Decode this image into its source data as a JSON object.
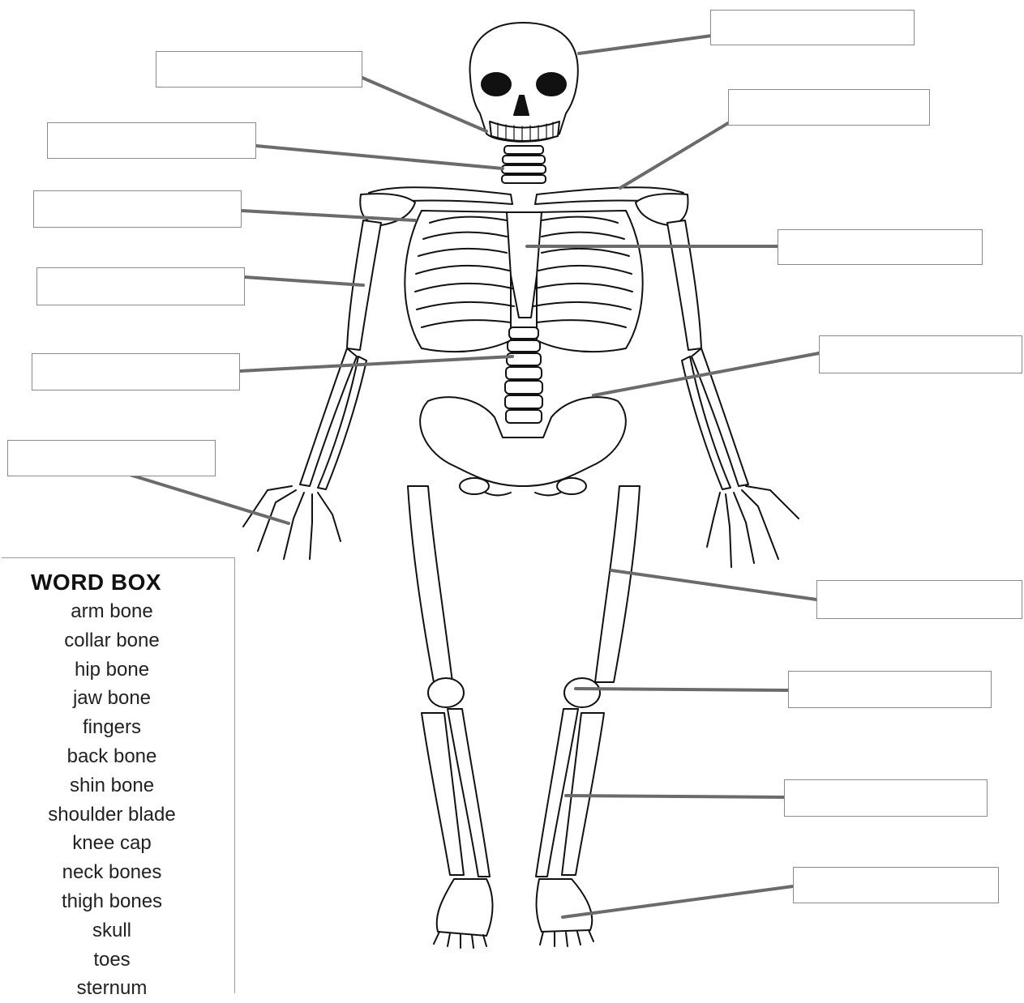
{
  "word_box": {
    "title": "WORD BOX",
    "words": [
      "arm bone",
      "collar bone",
      "hip bone",
      "jaw bone",
      "fingers",
      "back bone",
      "shin bone",
      "shoulder blade",
      "knee cap",
      "neck bones",
      "thigh bones",
      "skull",
      "toes",
      "sternum"
    ]
  },
  "answer_boxes": [
    "",
    "",
    "",
    "",
    "",
    "",
    "",
    "",
    "",
    "",
    "",
    "",
    "",
    "",
    ""
  ],
  "colors": {
    "line": "#111111",
    "leader": "#6b6b6b",
    "box_border": "#8a8a8a"
  }
}
